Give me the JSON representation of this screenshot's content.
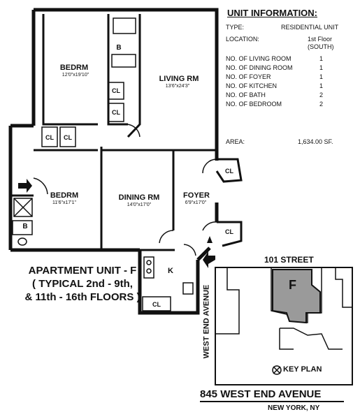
{
  "unit_info": {
    "title": "UNIT INFORMATION:",
    "type_label": "TYPE:",
    "type_value": "RESIDENTIAL UNIT",
    "location_label": "LOCATION:",
    "location_value": "1st Floor",
    "location_value_2": "(SOUTH)",
    "counts": [
      {
        "label": "NO. OF LIVING ROOM",
        "value": "1"
      },
      {
        "label": "NO. OF DINING ROOM",
        "value": "1"
      },
      {
        "label": "NO. OF FOYER",
        "value": "1"
      },
      {
        "label": "NO. OF KITCHEN",
        "value": "1"
      },
      {
        "label": "NO. OF BATH",
        "value": "2"
      },
      {
        "label": "NO. OF BEDROOM",
        "value": "2"
      }
    ],
    "area_label": "AREA:",
    "area_value": "1,634.00 SF."
  },
  "rooms": {
    "bedroom1": {
      "name": "BEDRM",
      "dim": "12'0\"x19'10\""
    },
    "living": {
      "name": "LIVING RM",
      "dim": "13'6\"x24'3\""
    },
    "bedroom2": {
      "name": "BEDRM",
      "dim": "11'6\"x17'1\""
    },
    "dining": {
      "name": "DINING RM",
      "dim": "14'0\"x17'0\""
    },
    "foyer": {
      "name": "FOYER",
      "dim": "6'9\"x17'0\""
    },
    "kitchen": {
      "name": "K"
    },
    "bath_label": "B",
    "closet_label": "CL"
  },
  "caption": {
    "line1": "APARTMENT UNIT - F",
    "line2": "( TYPICAL  2nd - 9th,",
    "line3": "& 11th - 16th  FLOORS )"
  },
  "key_plan": {
    "street": "101 STREET",
    "avenue": "WEST END AVENUE",
    "unit_letter": "F",
    "label": "KEY PLAN"
  },
  "building": {
    "name": "845 WEST END AVENUE",
    "city": "NEW YORK, NY"
  }
}
